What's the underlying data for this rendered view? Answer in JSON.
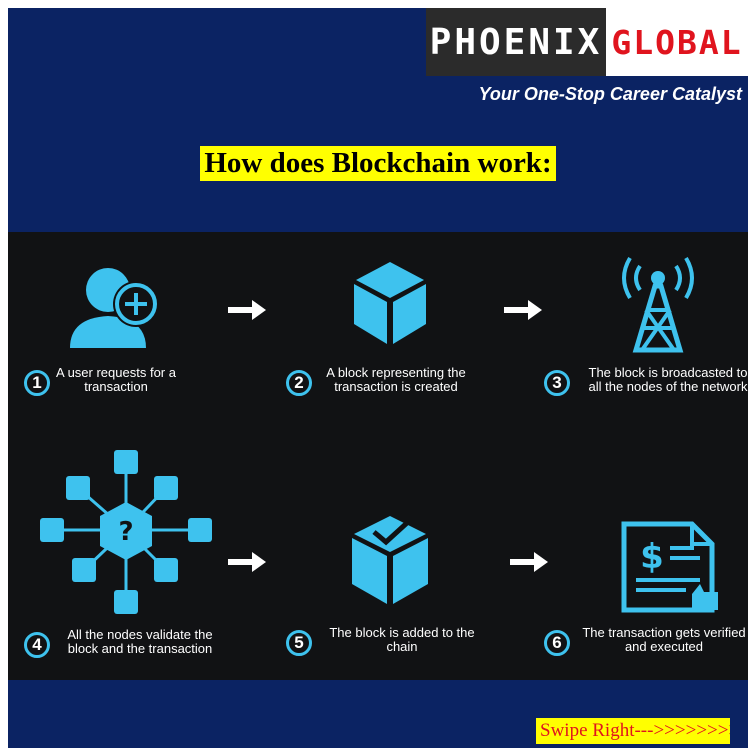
{
  "logo": {
    "left": "PHOENIX",
    "right": "GLOBAL"
  },
  "tagline": "Your One-Stop Career Catalyst",
  "headline": "How does Blockchain work:",
  "steps": [
    {
      "num": "1",
      "label": "A user requests for a transaction",
      "icon": "user-add-icon"
    },
    {
      "num": "2",
      "label": "A block representing the transaction is created",
      "icon": "cube-icon"
    },
    {
      "num": "3",
      "label": "The block is broadcasted to all the nodes of the network",
      "icon": "broadcast-tower-icon"
    },
    {
      "num": "4",
      "label": "All the nodes validate the block and the transaction",
      "icon": "node-network-icon"
    },
    {
      "num": "5",
      "label": "The block is added to the chain",
      "icon": "cube-check-icon"
    },
    {
      "num": "6",
      "label": "The transaction gets verified and executed",
      "icon": "document-verified-icon"
    }
  ],
  "swipe": "Swipe Right--->>>>>>>>",
  "colors": {
    "background": "#0b2363",
    "panel": "#111214",
    "accent": "#3ec2ee",
    "highlight": "#ffff00",
    "brand_red": "#e0141e"
  }
}
